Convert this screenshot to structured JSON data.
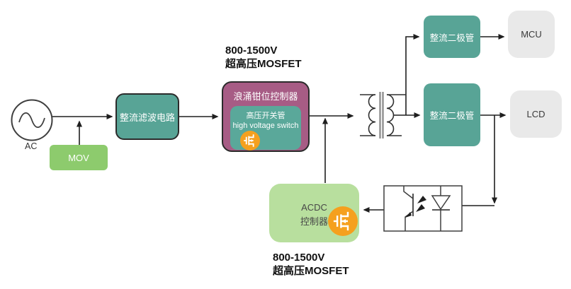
{
  "diagram": {
    "title_context": "AC-DC power supply block diagram",
    "ac_source": {
      "label": "AC"
    },
    "mov": {
      "label": "MOV"
    },
    "rectifier_filter": {
      "label": "整流滤波电路"
    },
    "surge_clamp": {
      "title": "浪涌钳位控制器",
      "switch_label_cn": "高压开关管",
      "switch_label_en": "high voltage switch"
    },
    "mosfet_note_top": {
      "line1": "800-1500V",
      "line2": "超高压MOSFET"
    },
    "mosfet_note_bottom": {
      "line1": "800-1500V",
      "line2": "超高压MOSFET"
    },
    "diode_top": {
      "label": "整流二极管"
    },
    "diode_bottom": {
      "label": "整流二极管"
    },
    "mcu": {
      "label": "MCU"
    },
    "lcd": {
      "label": "LCD"
    },
    "acdc_controller": {
      "line1": "ACDC",
      "line2": "控制器"
    },
    "icons": [
      "ac-source-symbol",
      "transformer-symbol",
      "optocoupler-symbol",
      "mosfet-icon"
    ],
    "colors": {
      "teal_block": "#58a496",
      "purple_block": "#a75c85",
      "mov_green": "#8dcb6d",
      "acdc_green": "#b8df9e",
      "mosfet_orange": "#f5a01e",
      "endpoint_gray": "#e9e9e9",
      "wire": "#1f1f1f",
      "block_border": "#2b2b2b"
    }
  }
}
